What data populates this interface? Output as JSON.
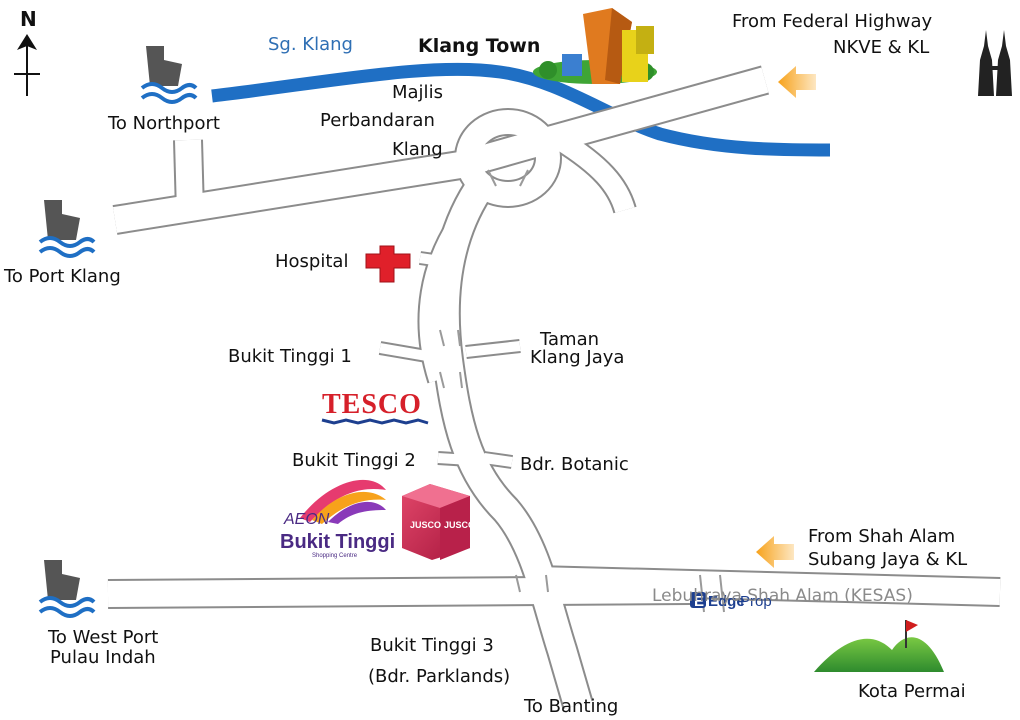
{
  "north": "N",
  "river": "Sg. Klang",
  "town": "Klang Town",
  "council": [
    "Majlis",
    "Perbandaran",
    "Klang"
  ],
  "federal": [
    "From Federal Highway",
    "NKVE & KL"
  ],
  "northport": "To Northport",
  "portklang": "To Port Klang",
  "hospital": "Hospital",
  "bt1": "Bukit Tinggi 1",
  "taman": [
    "Taman",
    "Klang Jaya"
  ],
  "tesco": "TESCO",
  "bt2": "Bukit Tinggi 2",
  "botanic": "Bdr. Botanic",
  "aeon": {
    "brand": "AEON",
    "name": "Bukit Tinggi",
    "tagline": "Shopping Centre"
  },
  "jusco": [
    "JUSCO",
    "JUSCO"
  ],
  "shahalam": [
    "From Shah Alam",
    "Subang Jaya & KL"
  ],
  "kesas": "Lebuhraya Shah Alam (KESAS)",
  "westport": [
    "To West Port",
    "Pulau Indah"
  ],
  "bt3": [
    "Bukit Tinggi 3",
    "(Bdr. Parklands)"
  ],
  "banting": "To Banting",
  "kotapermai": "Kota Permai",
  "watermark": {
    "a": "Edge",
    "b": "Prop"
  },
  "colors": {
    "river": "#1f6fc4",
    "road_fill": "#ffffff",
    "road_edge": "#8c8c8c",
    "arrow": "#f39a1e",
    "hospital": "#e0202a"
  },
  "icons": [
    "north-arrow-icon",
    "ship-icon",
    "hospital-cross-icon",
    "building-icon",
    "twin-towers-icon",
    "direction-arrow-icon",
    "hills-flag-icon"
  ]
}
